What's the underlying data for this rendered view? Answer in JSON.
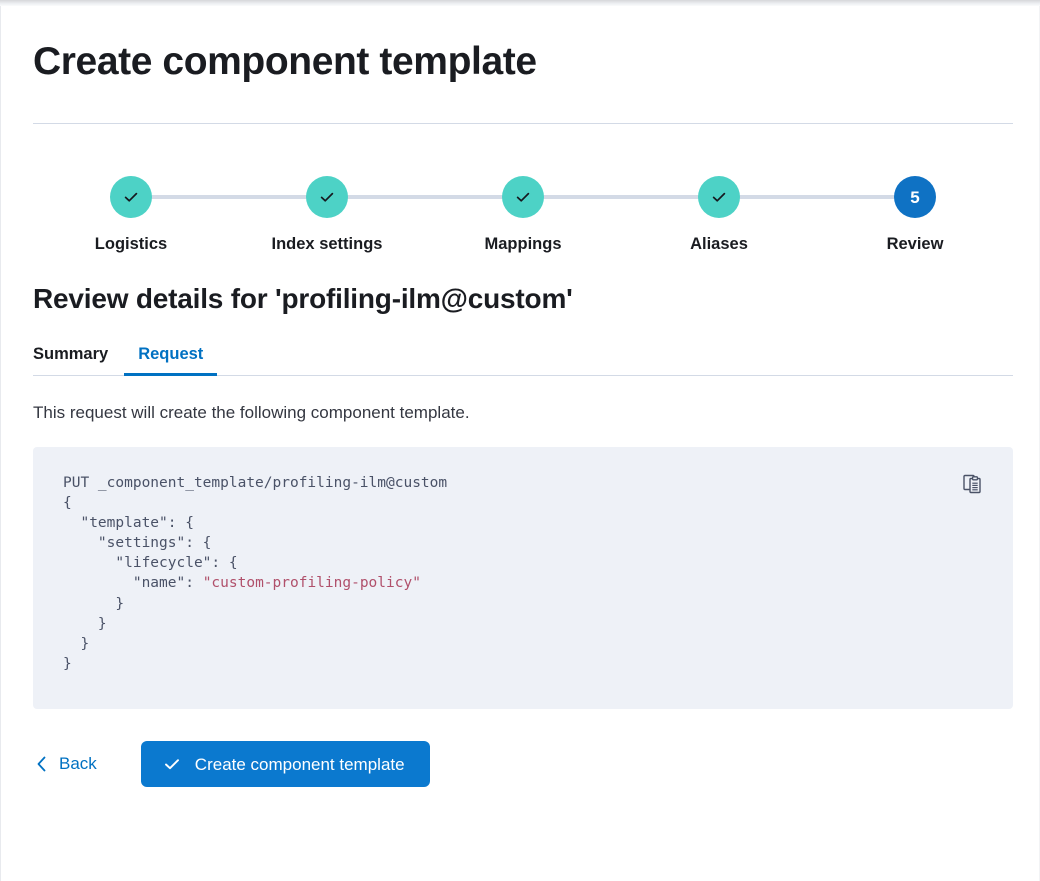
{
  "page": {
    "title": "Create component template"
  },
  "stepper": {
    "steps": [
      {
        "label": "Logistics",
        "state": "complete",
        "icon": "check-icon",
        "number": "1"
      },
      {
        "label": "Index settings",
        "state": "complete",
        "icon": "check-icon",
        "number": "2"
      },
      {
        "label": "Mappings",
        "state": "complete",
        "icon": "check-icon",
        "number": "3"
      },
      {
        "label": "Aliases",
        "state": "complete",
        "icon": "check-icon",
        "number": "4"
      },
      {
        "label": "Review",
        "state": "current",
        "icon": "",
        "number": "5"
      }
    ],
    "complete_color": "#4dd2c6",
    "current_color": "#0f72c4",
    "connector_color": "#d3dae6"
  },
  "review": {
    "heading": "Review details for 'profiling-ilm@custom'",
    "tabs": [
      {
        "label": "Summary",
        "active": false
      },
      {
        "label": "Request",
        "active": true
      }
    ],
    "description": "This request will create the following component template.",
    "active_tab_color": "#0071c2"
  },
  "code": {
    "copy_icon": "clipboard-copy-icon",
    "background": "#eef1f7",
    "text_color": "#4a5267",
    "string_color": "#b0506b",
    "lines": [
      {
        "segments": [
          {
            "t": "PUT _component_template/profiling-ilm@custom",
            "c": "k"
          }
        ]
      },
      {
        "segments": [
          {
            "t": "{",
            "c": "k"
          }
        ]
      },
      {
        "segments": [
          {
            "t": "  \"template\": {",
            "c": "k"
          }
        ]
      },
      {
        "segments": [
          {
            "t": "    \"settings\": {",
            "c": "k"
          }
        ]
      },
      {
        "segments": [
          {
            "t": "      \"lifecycle\": {",
            "c": "k"
          }
        ]
      },
      {
        "segments": [
          {
            "t": "        \"name\": ",
            "c": "k"
          },
          {
            "t": "\"custom-profiling-policy\"",
            "c": "str"
          }
        ]
      },
      {
        "segments": [
          {
            "t": "      }",
            "c": "k"
          }
        ]
      },
      {
        "segments": [
          {
            "t": "    }",
            "c": "k"
          }
        ]
      },
      {
        "segments": [
          {
            "t": "  }",
            "c": "k"
          }
        ]
      },
      {
        "segments": [
          {
            "t": "}",
            "c": "k"
          }
        ]
      }
    ]
  },
  "footer": {
    "back_label": "Back",
    "back_icon": "chevron-left-icon",
    "submit_label": "Create component template",
    "submit_icon": "check-icon",
    "submit_color": "#0b79cf"
  }
}
